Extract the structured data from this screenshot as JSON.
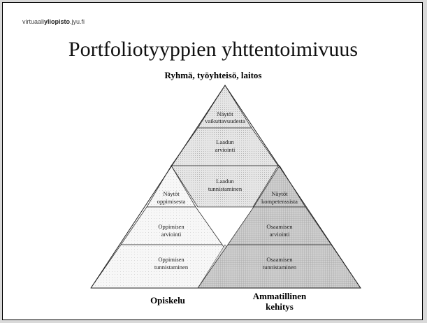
{
  "brand": {
    "prefix": "virtuaali",
    "bold": "yliopisto",
    "suffix": ".jyu.fi"
  },
  "title": "Portfoliotyyppien yhttentoimivuus",
  "subtitle": "Ryhmä, työyhteisö, laitos",
  "top_triangle": {
    "tier1": [
      "Näytöt",
      "vaikuttavuudesta"
    ],
    "tier2": [
      "Laadun",
      "arviointi"
    ],
    "tier3": [
      "Laadun",
      "tunnistaminen"
    ]
  },
  "left_triangle": {
    "tier1": [
      "Näytöt",
      "oppimisesta"
    ],
    "tier2": [
      "Oppimisen",
      "arviointi"
    ],
    "tier3": [
      "Oppimisen",
      "tunnistaminen"
    ]
  },
  "right_triangle": {
    "tier1": [
      "Näytöt",
      "kompetenssista"
    ],
    "tier2": [
      "Osaamisen",
      "arviointi"
    ],
    "tier3": [
      "Osaamisen",
      "tunnistaminen"
    ]
  },
  "footer": {
    "left": "Opiskelu",
    "right_line1": "Ammatillinen",
    "right_line2": "kehitys"
  }
}
